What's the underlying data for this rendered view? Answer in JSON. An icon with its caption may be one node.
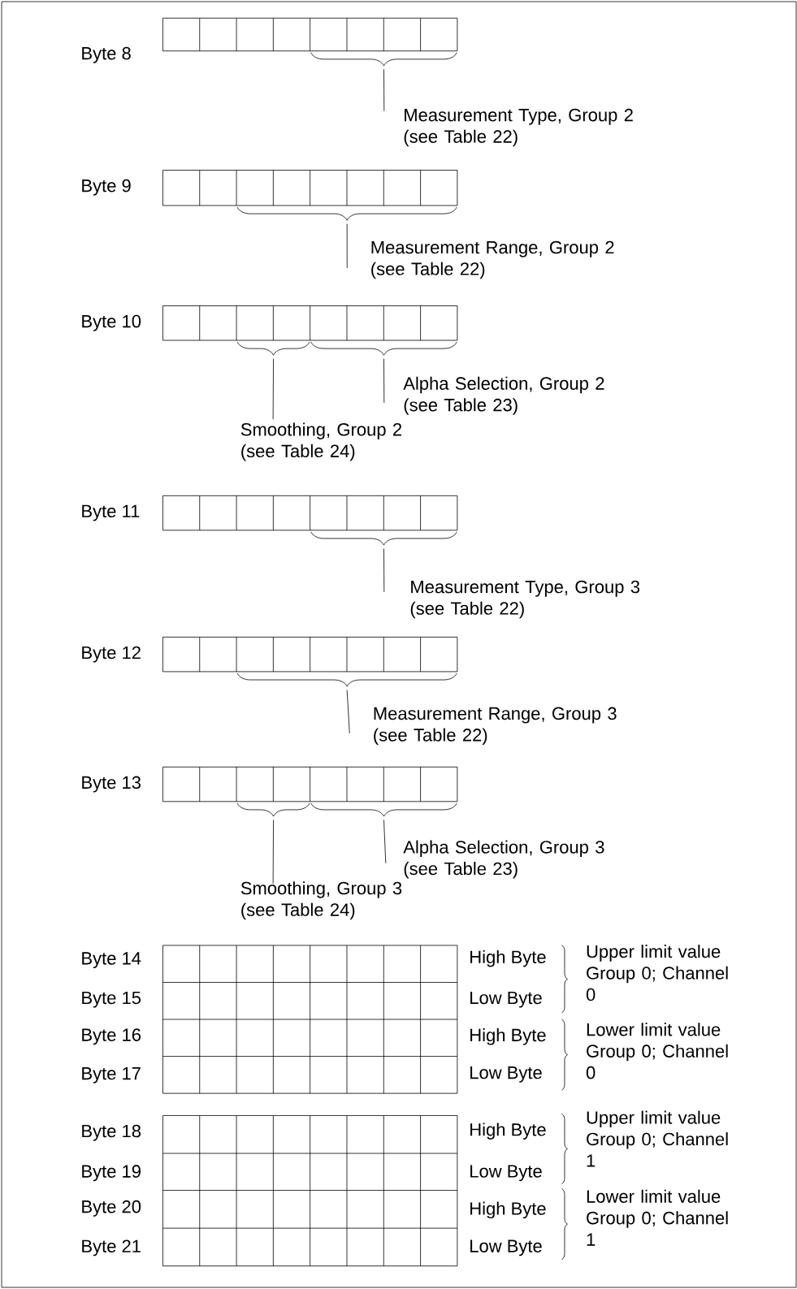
{
  "diagram": {
    "nodes": [
      {
        "text": [
          "Measurement Type, Group 2 (see Table 22)"
        ]
      },
      {
        "text": [
          "Measurement Range, Group 2 (see Table 22)"
        ]
      },
      {
        "text": [
          "Alpha Selection, Group 2 (see Table 23)"
        ]
      },
      {
        "text": [
          "Smoothing, Group 2 (see Table 24)"
        ]
      },
      {
        "text": [
          "Measurement Type, Group 3 (see Table 22)"
        ]
      },
      {
        "text": [
          "Measurement Range, Group 3 (see Table 22)"
        ]
      },
      {
        "text": [
          "Alpha Selection, Group 3 (see Table 23)"
        ]
      },
      {
        "text": [
          "Smoothing, Group 3 (see Table 24)"
        ]
      },
      {
        "text": [],
        "shape": "brace"
      },
      {
        "text": [],
        "shape": "brace"
      },
      {
        "text": [],
        "shape": "brace"
      },
      {
        "text": [],
        "shape": "brace"
      },
      {
        "text": [],
        "shape": "brace"
      },
      {
        "text": [],
        "shape": "brace"
      },
      {
        "text": [],
        "shape": "brace"
      },
      {
        "text": [],
        "shape": "brace"
      }
    ],
    "edges": [
      {
        "from": 0,
        "to": 8,
        "arrow": "none"
      },
      {
        "from": 1,
        "to": 9,
        "arrow": "none"
      },
      {
        "from": 2,
        "to": 11,
        "arrow": "none"
      },
      {
        "from": 3,
        "to": 10,
        "arrow": "none"
      },
      {
        "from": 4,
        "to": 12,
        "arrow": "none"
      },
      {
        "from": 5,
        "to": 13,
        "arrow": "none"
      },
      {
        "from": 6,
        "to": 15,
        "arrow": "none"
      },
      {
        "from": 7,
        "to": 14,
        "arrow": "none"
      }
    ],
    "labels": [
      "Byte 8",
      "Byte 9",
      "Byte 10",
      "Byte 11",
      "Byte 12",
      "Byte 13",
      "Byte 14",
      "High Byte",
      "Upper limit value Group 0; Channel 0",
      "Byte 15",
      "Low Byte",
      "Byte 16",
      "High Byte",
      "Lower limit value Group 0; Channel 0",
      "Byte 17",
      "Low Byte",
      "Byte 18",
      "High Byte",
      "Upper limit value Group 0; Channel 1",
      "Byte 19",
      "Low Byte",
      "Byte 20",
      "High Byte",
      "Lower limit value Group 0; Channel 1",
      "Byte 21",
      "Low Byte"
    ]
  }
}
